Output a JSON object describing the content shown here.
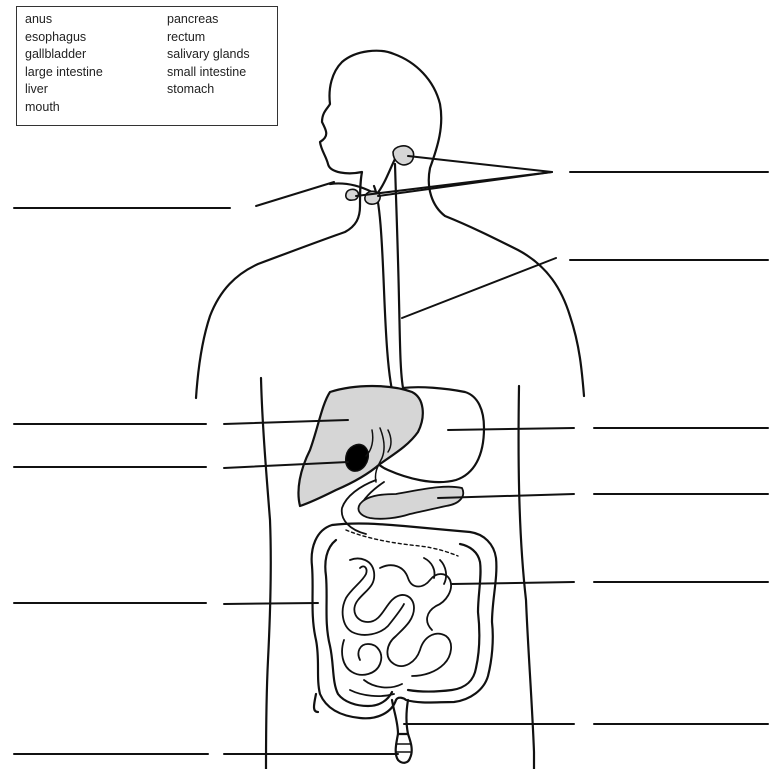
{
  "word_bank": {
    "left_column": [
      "anus",
      "esophagus",
      "gallbladder",
      "large intestine",
      "liver",
      "mouth"
    ],
    "right_column": [
      "pancreas",
      "rectum",
      "salivary glands",
      "small intestine",
      "stomach"
    ]
  },
  "answer_blanks": {
    "left": [
      "",
      "",
      "",
      "",
      ""
    ],
    "right": [
      "",
      "",
      "",
      "",
      "",
      ""
    ]
  },
  "colors": {
    "line": "#111111",
    "organ_fill": "#d6d6d6",
    "gallbladder_fill": "#000000",
    "background": "#ffffff"
  }
}
